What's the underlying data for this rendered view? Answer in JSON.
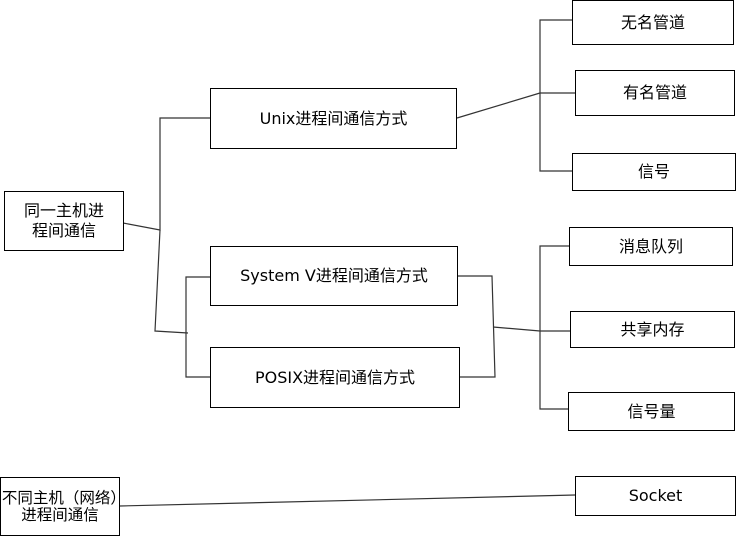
{
  "nodes": {
    "same_host": "同一主机进程间通信",
    "unix": "Unix进程间通信方式",
    "sysv": "System V进程间通信方式",
    "posix": "POSIX进程间通信方式",
    "unnamed_pipe": "无名管道",
    "named_pipe": "有名管道",
    "signal": "信号",
    "message_queue": "消息队列",
    "shared_memory": "共享内存",
    "semaphore": "信号量",
    "network": "不同主机（网络）进程间通信",
    "socket": "Socket"
  }
}
